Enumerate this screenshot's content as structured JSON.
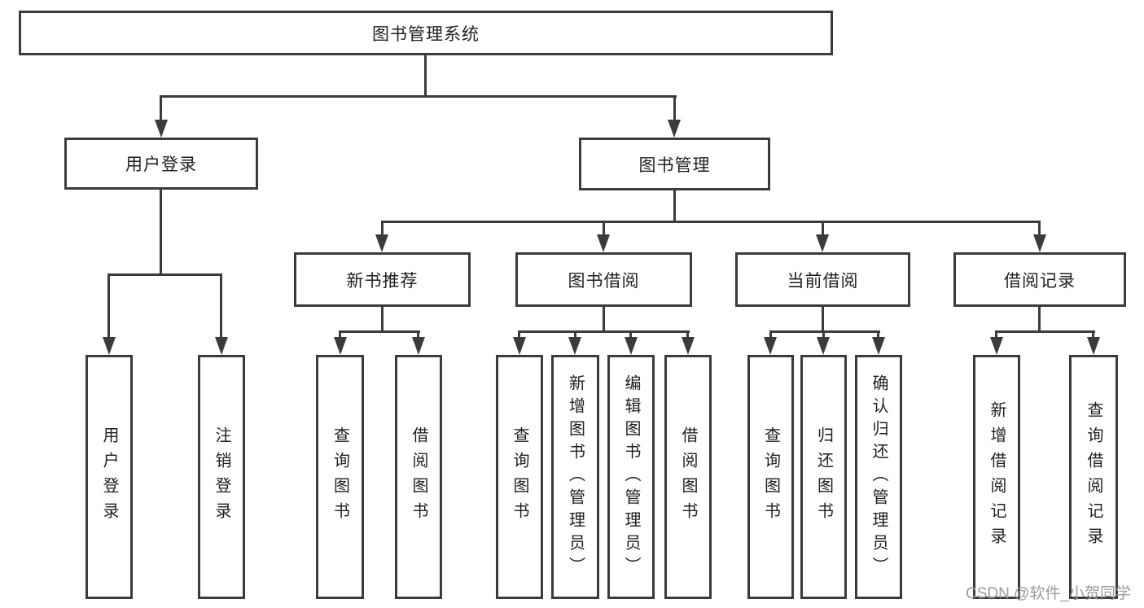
{
  "tree": {
    "root": {
      "label": "图书管理系统"
    },
    "branches": [
      {
        "label": "用户登录",
        "children": [
          {
            "label": "用户登录"
          },
          {
            "label": "注销登录"
          }
        ]
      },
      {
        "label": "图书管理",
        "children": [
          {
            "label": "新书推荐",
            "children": [
              {
                "label": "查询图书"
              },
              {
                "label": "借阅图书"
              }
            ]
          },
          {
            "label": "图书借阅",
            "children": [
              {
                "label": "查询图书"
              },
              {
                "label": "新增图书（管理员）"
              },
              {
                "label": "编辑图书（管理员）"
              },
              {
                "label": "借阅图书"
              }
            ]
          },
          {
            "label": "当前借阅",
            "children": [
              {
                "label": "查询图书"
              },
              {
                "label": "归还图书"
              },
              {
                "label": "确认归还（管理员）"
              }
            ]
          },
          {
            "label": "借阅记录",
            "children": [
              {
                "label": "新增借阅记录"
              },
              {
                "label": "查询借阅记录"
              }
            ]
          }
        ]
      }
    ]
  },
  "watermark": {
    "text": "CSDN @软件_小贺同学"
  },
  "colors": {
    "line": "#3b3b3b",
    "text": "#1f1f1f",
    "watermark": "#9c9c9c",
    "background": "#ffffff"
  }
}
